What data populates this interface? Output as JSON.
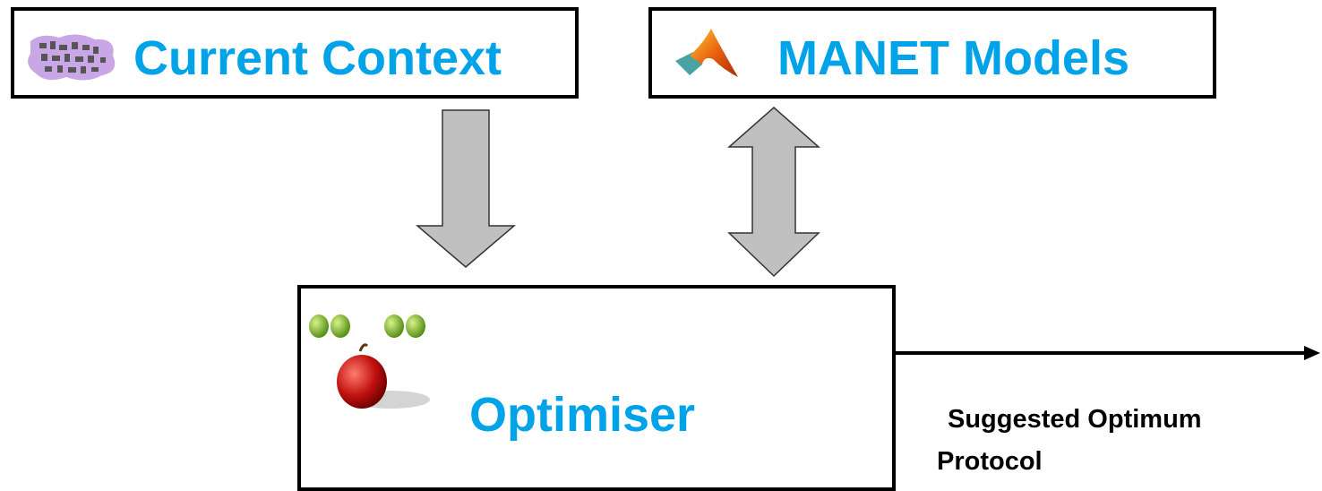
{
  "colors": {
    "title": "#00a2e8",
    "arrow_fill": "#c0c0c0",
    "border": "#000000"
  },
  "context": {
    "title": "Current Context",
    "icon": "puzzle-cluster-icon"
  },
  "models": {
    "title": "MANET Models",
    "icon": "matlab-membrane-icon"
  },
  "optimiser": {
    "title": "Optimiser",
    "icon": "apples-icon"
  },
  "arrows": [
    {
      "from": "Current Context",
      "to": "Optimiser",
      "direction": "down"
    },
    {
      "from": "MANET Models",
      "to": "Optimiser",
      "direction": "bidirectional"
    },
    {
      "from": "Optimiser",
      "to": "output",
      "direction": "right"
    }
  ],
  "output": {
    "line1": "Suggested Optimum",
    "line2": "Protocol"
  }
}
